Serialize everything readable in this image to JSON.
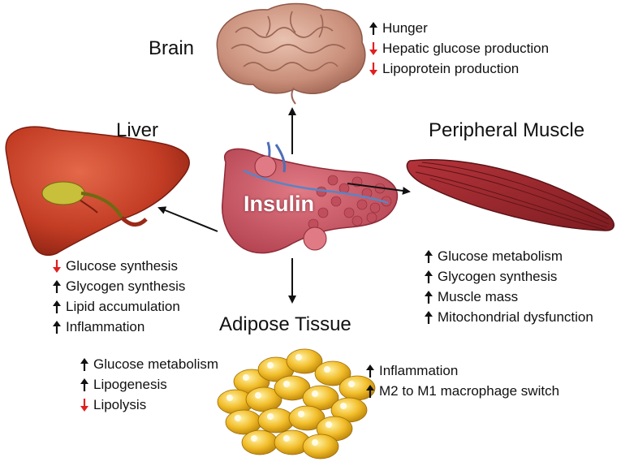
{
  "center": {
    "label": "Insulin"
  },
  "colors": {
    "up_arrow": "#111111",
    "down_arrow": "#e02020",
    "connector": "#111111"
  },
  "organs": {
    "brain": {
      "title": "Brain",
      "effects": [
        {
          "text": "Hunger",
          "direction": "up"
        },
        {
          "text": "Hepatic glucose production",
          "direction": "down"
        },
        {
          "text": "Lipoprotein production",
          "direction": "down"
        }
      ]
    },
    "liver": {
      "title": "Liver",
      "effects": [
        {
          "text": "Glucose synthesis",
          "direction": "down"
        },
        {
          "text": "Glycogen synthesis",
          "direction": "up"
        },
        {
          "text": "Lipid accumulation",
          "direction": "up"
        },
        {
          "text": "Inflammation",
          "direction": "up"
        }
      ]
    },
    "muscle": {
      "title": "Peripheral Muscle",
      "effects": [
        {
          "text": "Glucose metabolism",
          "direction": "up"
        },
        {
          "text": "Glycogen synthesis",
          "direction": "up"
        },
        {
          "text": "Muscle mass",
          "direction": "up"
        },
        {
          "text": "Mitochondrial dysfunction",
          "direction": "up"
        }
      ]
    },
    "adipose": {
      "title": "Adipose Tissue",
      "effects_left": [
        {
          "text": "Glucose metabolism",
          "direction": "up"
        },
        {
          "text": "Lipogenesis",
          "direction": "up"
        },
        {
          "text": "Lipolysis",
          "direction": "down"
        }
      ],
      "effects_right": [
        {
          "text": "Inflammation",
          "direction": "up"
        },
        {
          "text": "M2 to M1 macrophage switch",
          "direction": "up"
        }
      ]
    }
  }
}
